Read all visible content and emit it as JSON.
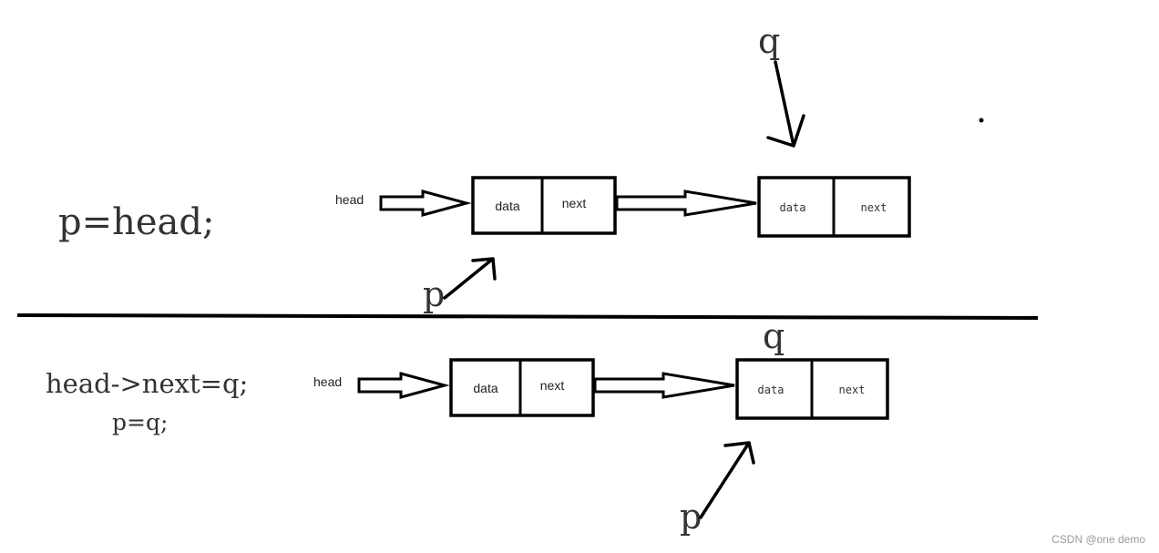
{
  "top": {
    "code": "p=head;",
    "head_label": "head",
    "node1": {
      "data": "data",
      "next": "next"
    },
    "node2": {
      "data": "data",
      "next": "next"
    },
    "q_label": "q",
    "p_label": "p"
  },
  "bottom": {
    "code_line1": "head->next=q;",
    "code_line2": "p=q;",
    "head_label": "head",
    "node1": {
      "data": "data",
      "next": "next"
    },
    "node2": {
      "data": "data",
      "next": "next"
    },
    "q_label": "q",
    "p_label": "p"
  },
  "watermark": "CSDN @one demo"
}
